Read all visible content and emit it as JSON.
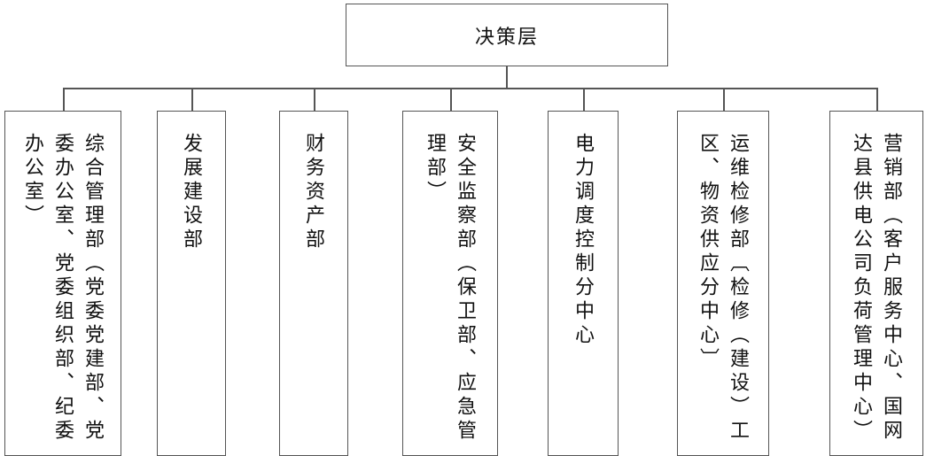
{
  "root": {
    "label": "决策层"
  },
  "departments": [
    {
      "name": "dept-comprehensive",
      "lines": [
        "综合管理部（党委党建部、党",
        "委办公室、党委组织部、纪委",
        "办公室）"
      ]
    },
    {
      "name": "dept-development",
      "lines": [
        "发展建设部"
      ]
    },
    {
      "name": "dept-finance",
      "lines": [
        "财务资产部"
      ]
    },
    {
      "name": "dept-safety",
      "lines": [
        "安全监察部（保卫部、应急管",
        "理部）"
      ]
    },
    {
      "name": "dept-dispatch",
      "lines": [
        "电力调度控制分中心"
      ]
    },
    {
      "name": "dept-operations",
      "lines": [
        "运维检修部〔检修（建设）工",
        "区、物资供应分中心〕"
      ]
    },
    {
      "name": "dept-marketing",
      "lines": [
        "营销部（客户服务中心、国网",
        "达县供电公司负荷管理中心）"
      ]
    }
  ]
}
